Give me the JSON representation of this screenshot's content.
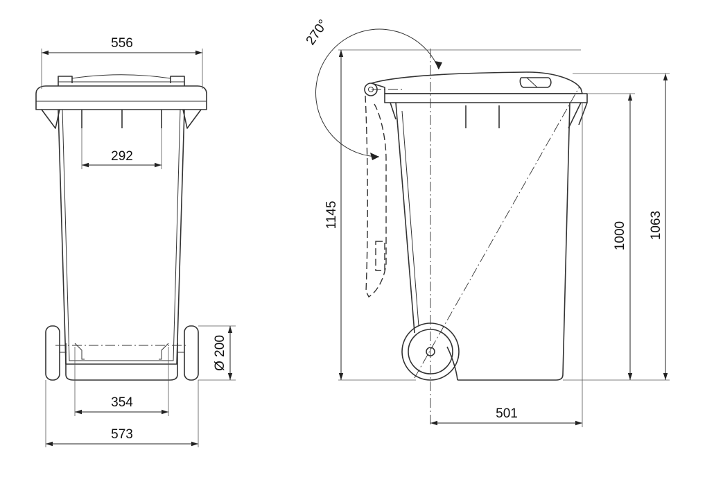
{
  "dimensions": {
    "front_lid_width": "556",
    "front_inner_width": "292",
    "front_wheel_track": "354",
    "front_total_width": "573",
    "wheel_diameter": "Ø 200",
    "side_total_height": "1145",
    "side_body_height": "1000",
    "side_overall_height": "1063",
    "side_depth": "501",
    "lid_opening_angle": "270°"
  }
}
